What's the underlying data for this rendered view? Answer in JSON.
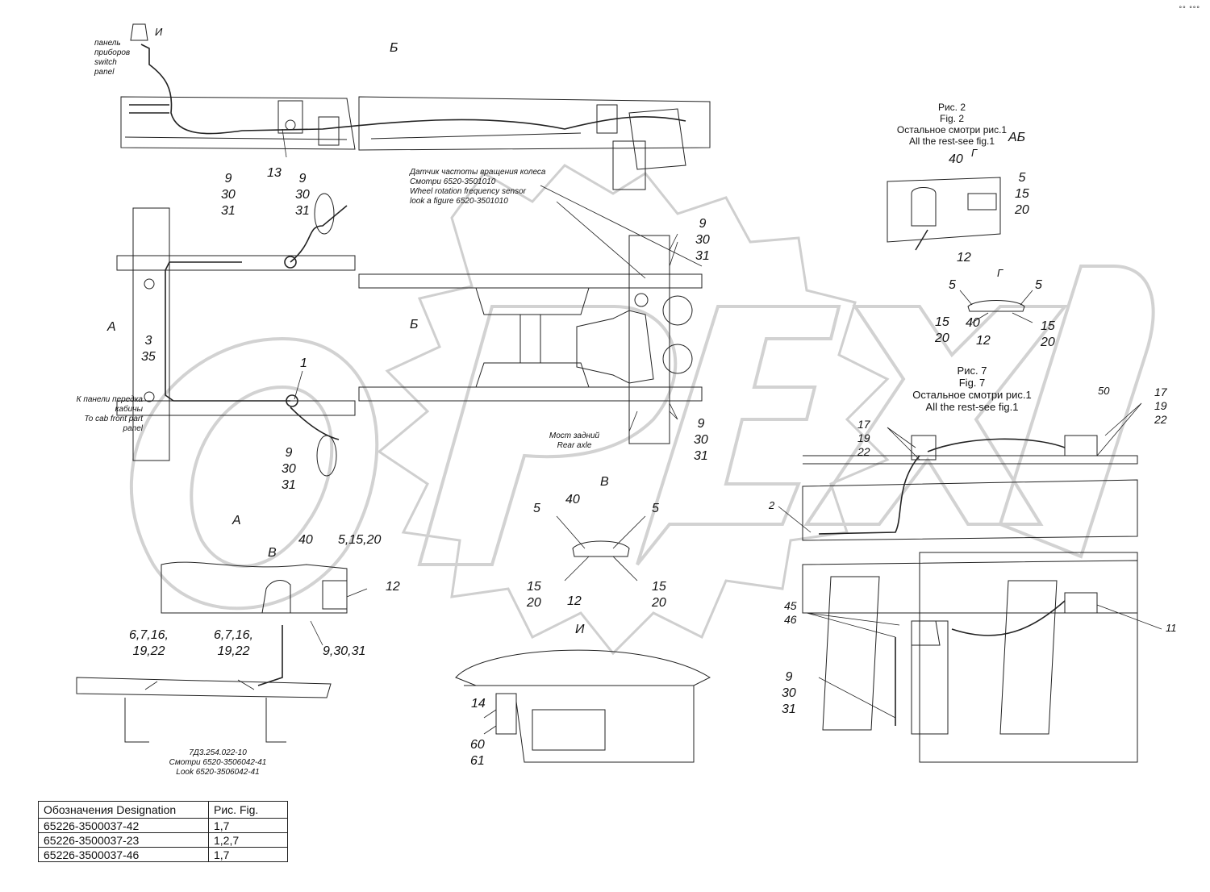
{
  "watermark": {
    "text": "OPEX",
    "color": "#cccccc"
  },
  "corner_mark": "°° °°°",
  "views": {
    "b_title": "Б",
    "b_arrow": "Б",
    "a_title": "А",
    "a_arrow": "А",
    "v_title": "В",
    "v_arrow": "В",
    "i_title": "И",
    "i_arrow": "И",
    "g_title": "Г",
    "g_arrow": "Г",
    "a_b_mark": "АБ"
  },
  "notes": {
    "switch_panel": [
      "панель",
      "приборов",
      "switch",
      "panel"
    ],
    "sensor": [
      "Датчик частоты вращения колеса",
      "Смотри 6520-3501010",
      "Wheel rotation frequency sensor",
      "look a figure 6520-3501010"
    ],
    "cab_panel": [
      "К панели передка",
      "кабины",
      "To cab front part",
      "panel"
    ],
    "rear_axle": [
      "Мост задний",
      "Rear axle"
    ],
    "part_ref": [
      "7Д3.254.022-10",
      "Смотри 6520-3506042-41",
      "Look 6520-3506042-41"
    ]
  },
  "figures": {
    "fig2": [
      "Рис. 2",
      "Fig. 2",
      "Остальное смотри рис.1",
      "All the rest-see fig.1"
    ],
    "fig7": [
      "Рис. 7",
      "Fig. 7",
      "Остальное смотри рис.1",
      "All the rest-see fig.1"
    ]
  },
  "callouts": {
    "c13": "13",
    "c1": "1",
    "c2": "2",
    "c11": "11",
    "c12": "12",
    "c14": "14",
    "c40": "40",
    "c50": "50",
    "c5": "5",
    "c5_15_20": "5,15,20",
    "c9_30_31_inline": "9,30,31",
    "c6_7_16": "6,7,16,",
    "c19_22": "19,22",
    "c3_35": [
      "3",
      "35"
    ],
    "c9_30_31": [
      "9",
      "30",
      "31"
    ],
    "c5_15_20_stack": [
      "5",
      "15",
      "20"
    ],
    "c15_20": [
      "15",
      "20"
    ],
    "c17_19_22": [
      "17",
      "19",
      "22"
    ],
    "c45_46": [
      "45",
      "46"
    ],
    "c60_61": [
      "60",
      "61"
    ]
  },
  "table": {
    "headers": [
      "Обозначения Designation",
      "Рис. Fig."
    ],
    "rows": [
      [
        "65226-3500037-42",
        "1,7"
      ],
      [
        "65226-3500037-23",
        "1,2,7"
      ],
      [
        "65226-3500037-46",
        "1,7"
      ]
    ]
  }
}
